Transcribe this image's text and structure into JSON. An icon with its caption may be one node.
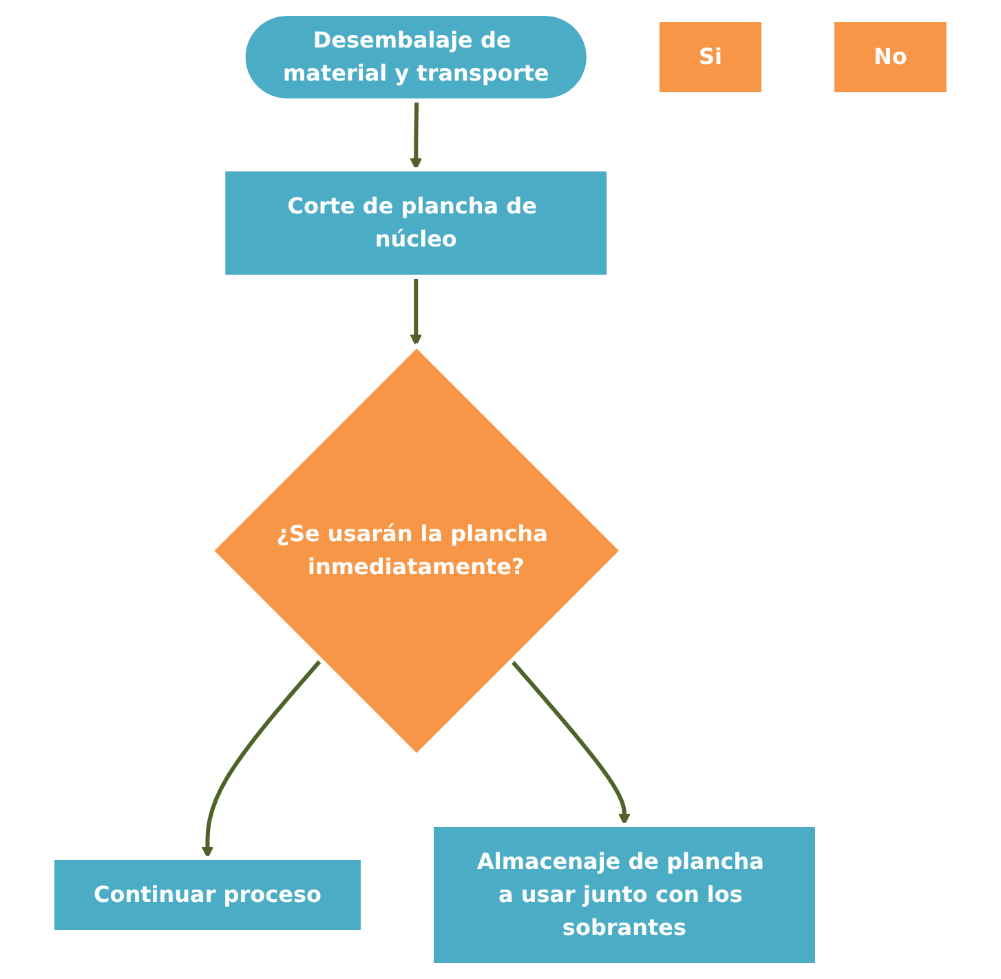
{
  "diagram": {
    "nodes": [
      {
        "text": [
          "Desembalaje de material y transporte"
        ]
      },
      {
        "text": [
          "Corte de plancha de núcleo"
        ]
      },
      {
        "text": [
          "¿Se usarán la plancha inmediatamente?"
        ]
      },
      {
        "text": [
          "Si"
        ]
      },
      {
        "text": [
          "Continuar proceso"
        ]
      },
      {
        "text": [
          "No"
        ]
      },
      {
        "text": [
          "Almacenaje de plancha a usar junto con los sobrantes"
        ]
      }
    ],
    "edges": [
      {
        "from": 0,
        "to": 1,
        "arrow": "to"
      },
      {
        "from": 1,
        "to": 2,
        "arrow": "to"
      },
      {
        "from": 2,
        "to": 4,
        "arrow": "to"
      },
      {
        "from": 2,
        "to": 6,
        "arrow": "to"
      }
    ]
  }
}
